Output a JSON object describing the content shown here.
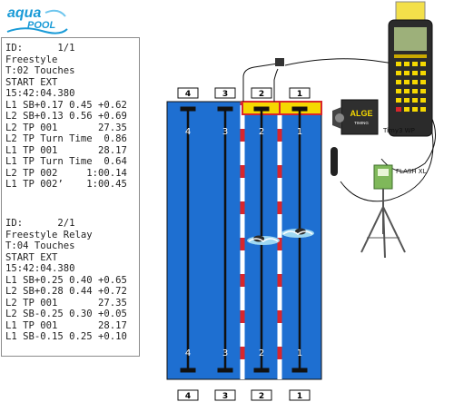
{
  "logo": {
    "line1": "aqua",
    "line2": "POOL"
  },
  "printout": {
    "lines_block1": [
      "ID:      1/1",
      "Freestyle",
      "T:02 Touches",
      "START EXT",
      "15:42:04.380",
      "L1 SB+0.17 0.45 +0.62",
      "L2 SB+0.13 0.56 +0.69",
      "L2 TP 001       27.35",
      "L2 TP Turn Time  0.86",
      "L1 TP 001       28.17",
      "L1 TP Turn Time  0.64",
      "L2 TP 002     1:00.14",
      "L1 TP 002’    1:00.45"
    ],
    "lines_block2": [
      "ID:      2/1",
      "Freestyle Relay",
      "T:04 Touches",
      "START EXT",
      "15:42:04.380",
      "L1 SB+0.25 0.40 +0.65",
      "L2 SB+0.28 0.44 +0.72",
      "L2 TP 001       27.35",
      "L2 SB-0.25 0.30 +0.05",
      "L1 TP 001       28.17",
      "L1 SB-0.15 0.25 +0.10"
    ]
  },
  "pool": {
    "lanes": [
      "4",
      "3",
      "2",
      "1"
    ],
    "top_blocks": [
      "4",
      "3",
      "2",
      "1"
    ],
    "bottom_blocks": [
      "4",
      "3",
      "2",
      "1"
    ]
  },
  "devices": {
    "timer_label": "Timy3 WP",
    "printer_brand": "ALGE",
    "printer_subbrand": "TIMING",
    "flash_label": "FLASH XL"
  },
  "colors": {
    "pool_blue": "#1e6fd1",
    "lane_red": "#d9262c",
    "pad_yellow": "#f5d800",
    "logo_blue": "#1a9bd7"
  }
}
